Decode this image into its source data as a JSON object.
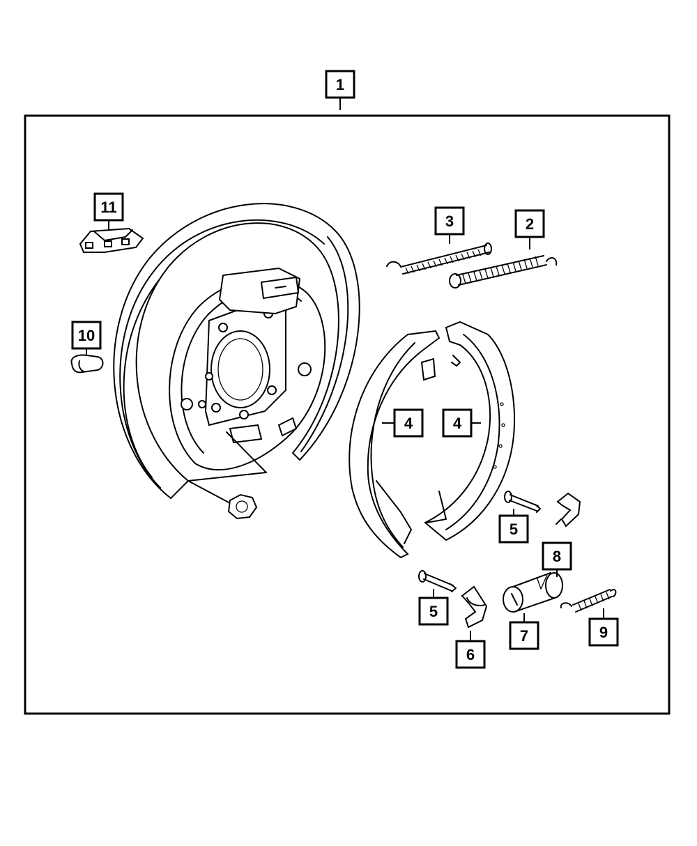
{
  "diagram": {
    "frame_color": "#000000",
    "background": "#ffffff",
    "callouts": [
      {
        "id": "c1",
        "label": "1"
      },
      {
        "id": "c2",
        "label": "2"
      },
      {
        "id": "c3",
        "label": "3"
      },
      {
        "id": "c4a",
        "label": "4"
      },
      {
        "id": "c4b",
        "label": "4"
      },
      {
        "id": "c5a",
        "label": "5"
      },
      {
        "id": "c5b",
        "label": "5"
      },
      {
        "id": "c6",
        "label": "6"
      },
      {
        "id": "c7",
        "label": "7"
      },
      {
        "id": "c8",
        "label": "8"
      },
      {
        "id": "c9",
        "label": "9"
      },
      {
        "id": "c10",
        "label": "10"
      },
      {
        "id": "c11",
        "label": "11"
      }
    ]
  }
}
